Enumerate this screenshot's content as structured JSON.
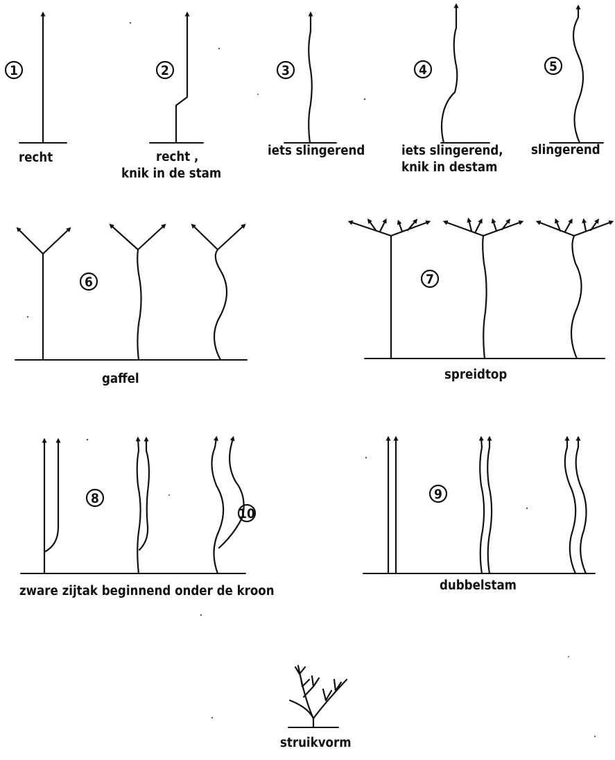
{
  "numbers": [
    "1",
    "2",
    "3",
    "4",
    "5",
    "6",
    "7",
    "8",
    "9",
    "10"
  ],
  "labels": {
    "l1": "recht",
    "l2a": "recht ,",
    "l2b": "knik in de stam",
    "l3": "iets slingerend",
    "l4a": "iets slingerend,",
    "l4b": "knik in destam",
    "l5": "slingerend",
    "l6": "gaffel",
    "l7": "spreidtop",
    "l8": "zware zijtak beginnend onder de kroon",
    "l9": "dubbelstam",
    "l10": "struikvorm"
  }
}
